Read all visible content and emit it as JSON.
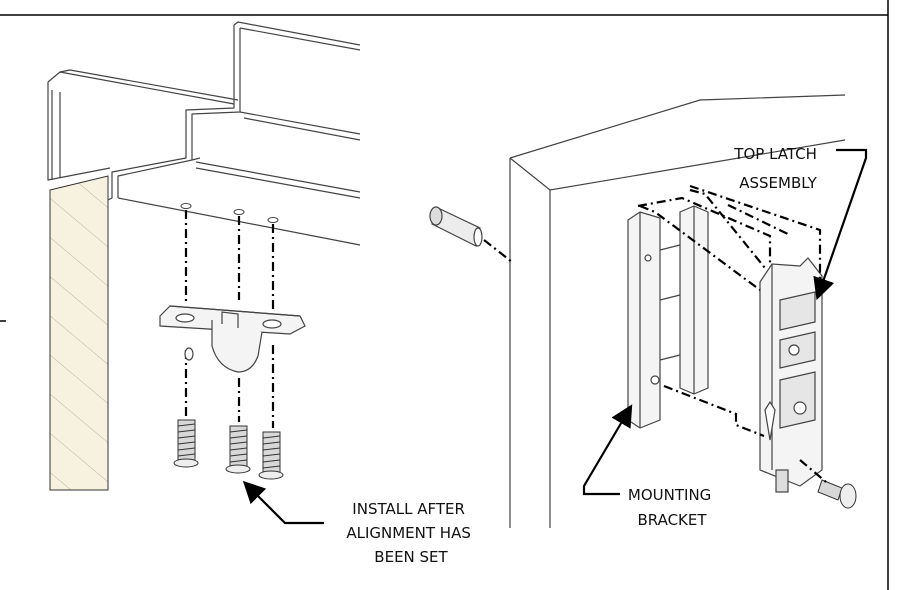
{
  "labels": {
    "top_latch": [
      "TOP LATCH",
      "ASSEMBLY"
    ],
    "mounting_bracket": [
      "MOUNTING",
      "BRACKET"
    ],
    "install_note": [
      "INSTALL AFTER",
      "ALIGNMENT HAS",
      "BEEN SET"
    ]
  }
}
